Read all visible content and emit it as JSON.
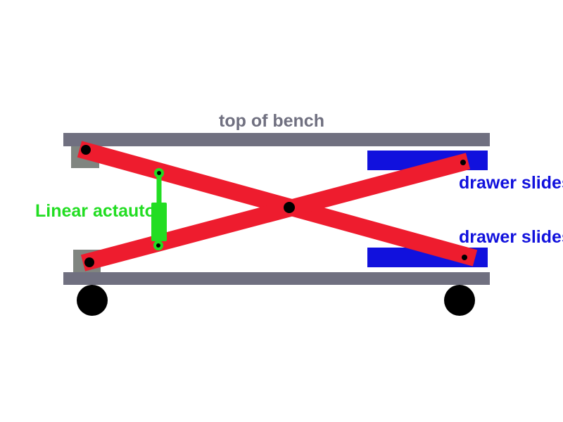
{
  "labels": {
    "top": "top of bench",
    "actuator": "Linear actautor",
    "slide_upper": "drawer slides",
    "slide_lower": "drawer slides"
  },
  "colors": {
    "bench": "#707080",
    "block": "#808580",
    "arm": "#ee1c2e",
    "actuator": "#22dd22",
    "slide": "#1111dd",
    "pivot": "#000000",
    "wheel": "#000000"
  }
}
